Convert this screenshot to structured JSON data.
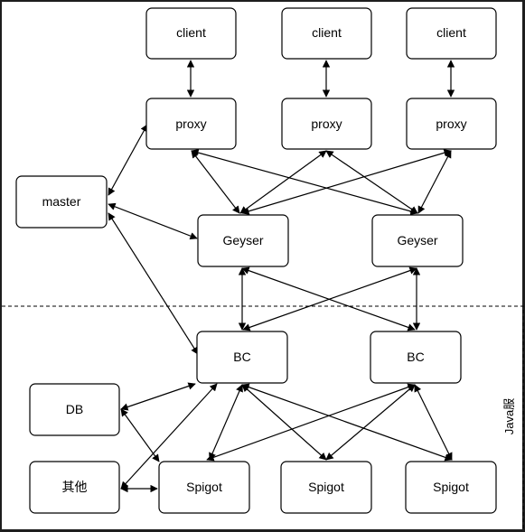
{
  "diagram": {
    "group_label": "Java服",
    "nodes": [
      {
        "id": "client1",
        "label": "client"
      },
      {
        "id": "client2",
        "label": "client"
      },
      {
        "id": "client3",
        "label": "client"
      },
      {
        "id": "proxy1",
        "label": "proxy"
      },
      {
        "id": "proxy2",
        "label": "proxy"
      },
      {
        "id": "proxy3",
        "label": "proxy"
      },
      {
        "id": "master",
        "label": "master"
      },
      {
        "id": "geyser1",
        "label": "Geyser"
      },
      {
        "id": "geyser2",
        "label": "Geyser"
      },
      {
        "id": "bc1",
        "label": "BC"
      },
      {
        "id": "bc2",
        "label": "BC"
      },
      {
        "id": "db",
        "label": "DB"
      },
      {
        "id": "other",
        "label": "其他"
      },
      {
        "id": "spigot1",
        "label": "Spigot"
      },
      {
        "id": "spigot2",
        "label": "Spigot"
      },
      {
        "id": "spigot3",
        "label": "Spigot"
      }
    ],
    "edges": [
      {
        "from": "client1",
        "to": "proxy1"
      },
      {
        "from": "client2",
        "to": "proxy2"
      },
      {
        "from": "client3",
        "to": "proxy3"
      },
      {
        "from": "master",
        "to": "proxy1"
      },
      {
        "from": "master",
        "to": "geyser1"
      },
      {
        "from": "master",
        "to": "bc1"
      },
      {
        "from": "proxy1",
        "to": "geyser1"
      },
      {
        "from": "proxy1",
        "to": "geyser2"
      },
      {
        "from": "proxy2",
        "to": "geyser1"
      },
      {
        "from": "proxy2",
        "to": "geyser2"
      },
      {
        "from": "proxy3",
        "to": "geyser1"
      },
      {
        "from": "proxy3",
        "to": "geyser2"
      },
      {
        "from": "geyser1",
        "to": "bc1"
      },
      {
        "from": "geyser1",
        "to": "bc2"
      },
      {
        "from": "geyser2",
        "to": "bc1"
      },
      {
        "from": "geyser2",
        "to": "bc2"
      },
      {
        "from": "db",
        "to": "bc1"
      },
      {
        "from": "db",
        "to": "spigot1"
      },
      {
        "from": "other",
        "to": "bc1"
      },
      {
        "from": "other",
        "to": "spigot1"
      },
      {
        "from": "bc1",
        "to": "spigot1"
      },
      {
        "from": "bc1",
        "to": "spigot2"
      },
      {
        "from": "bc1",
        "to": "spigot3"
      },
      {
        "from": "bc2",
        "to": "spigot1"
      },
      {
        "from": "bc2",
        "to": "spigot2"
      },
      {
        "from": "bc2",
        "to": "spigot3"
      }
    ]
  }
}
